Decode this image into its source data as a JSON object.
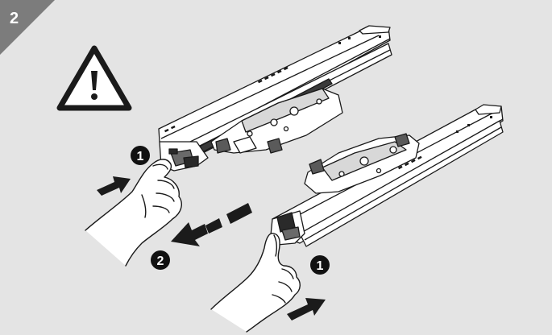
{
  "step": {
    "number": "2"
  },
  "markers": {
    "first_left": "1",
    "second": "2",
    "first_right": "1"
  },
  "icons": [
    "warning-icon",
    "drawer-runner",
    "hand",
    "arrow"
  ],
  "colors": {
    "panel": "#e4e4e4",
    "tag": "#7c7c7c",
    "line": "#1a1a1a",
    "fill": "#ffffff",
    "arrow": "#1b1b1b"
  }
}
